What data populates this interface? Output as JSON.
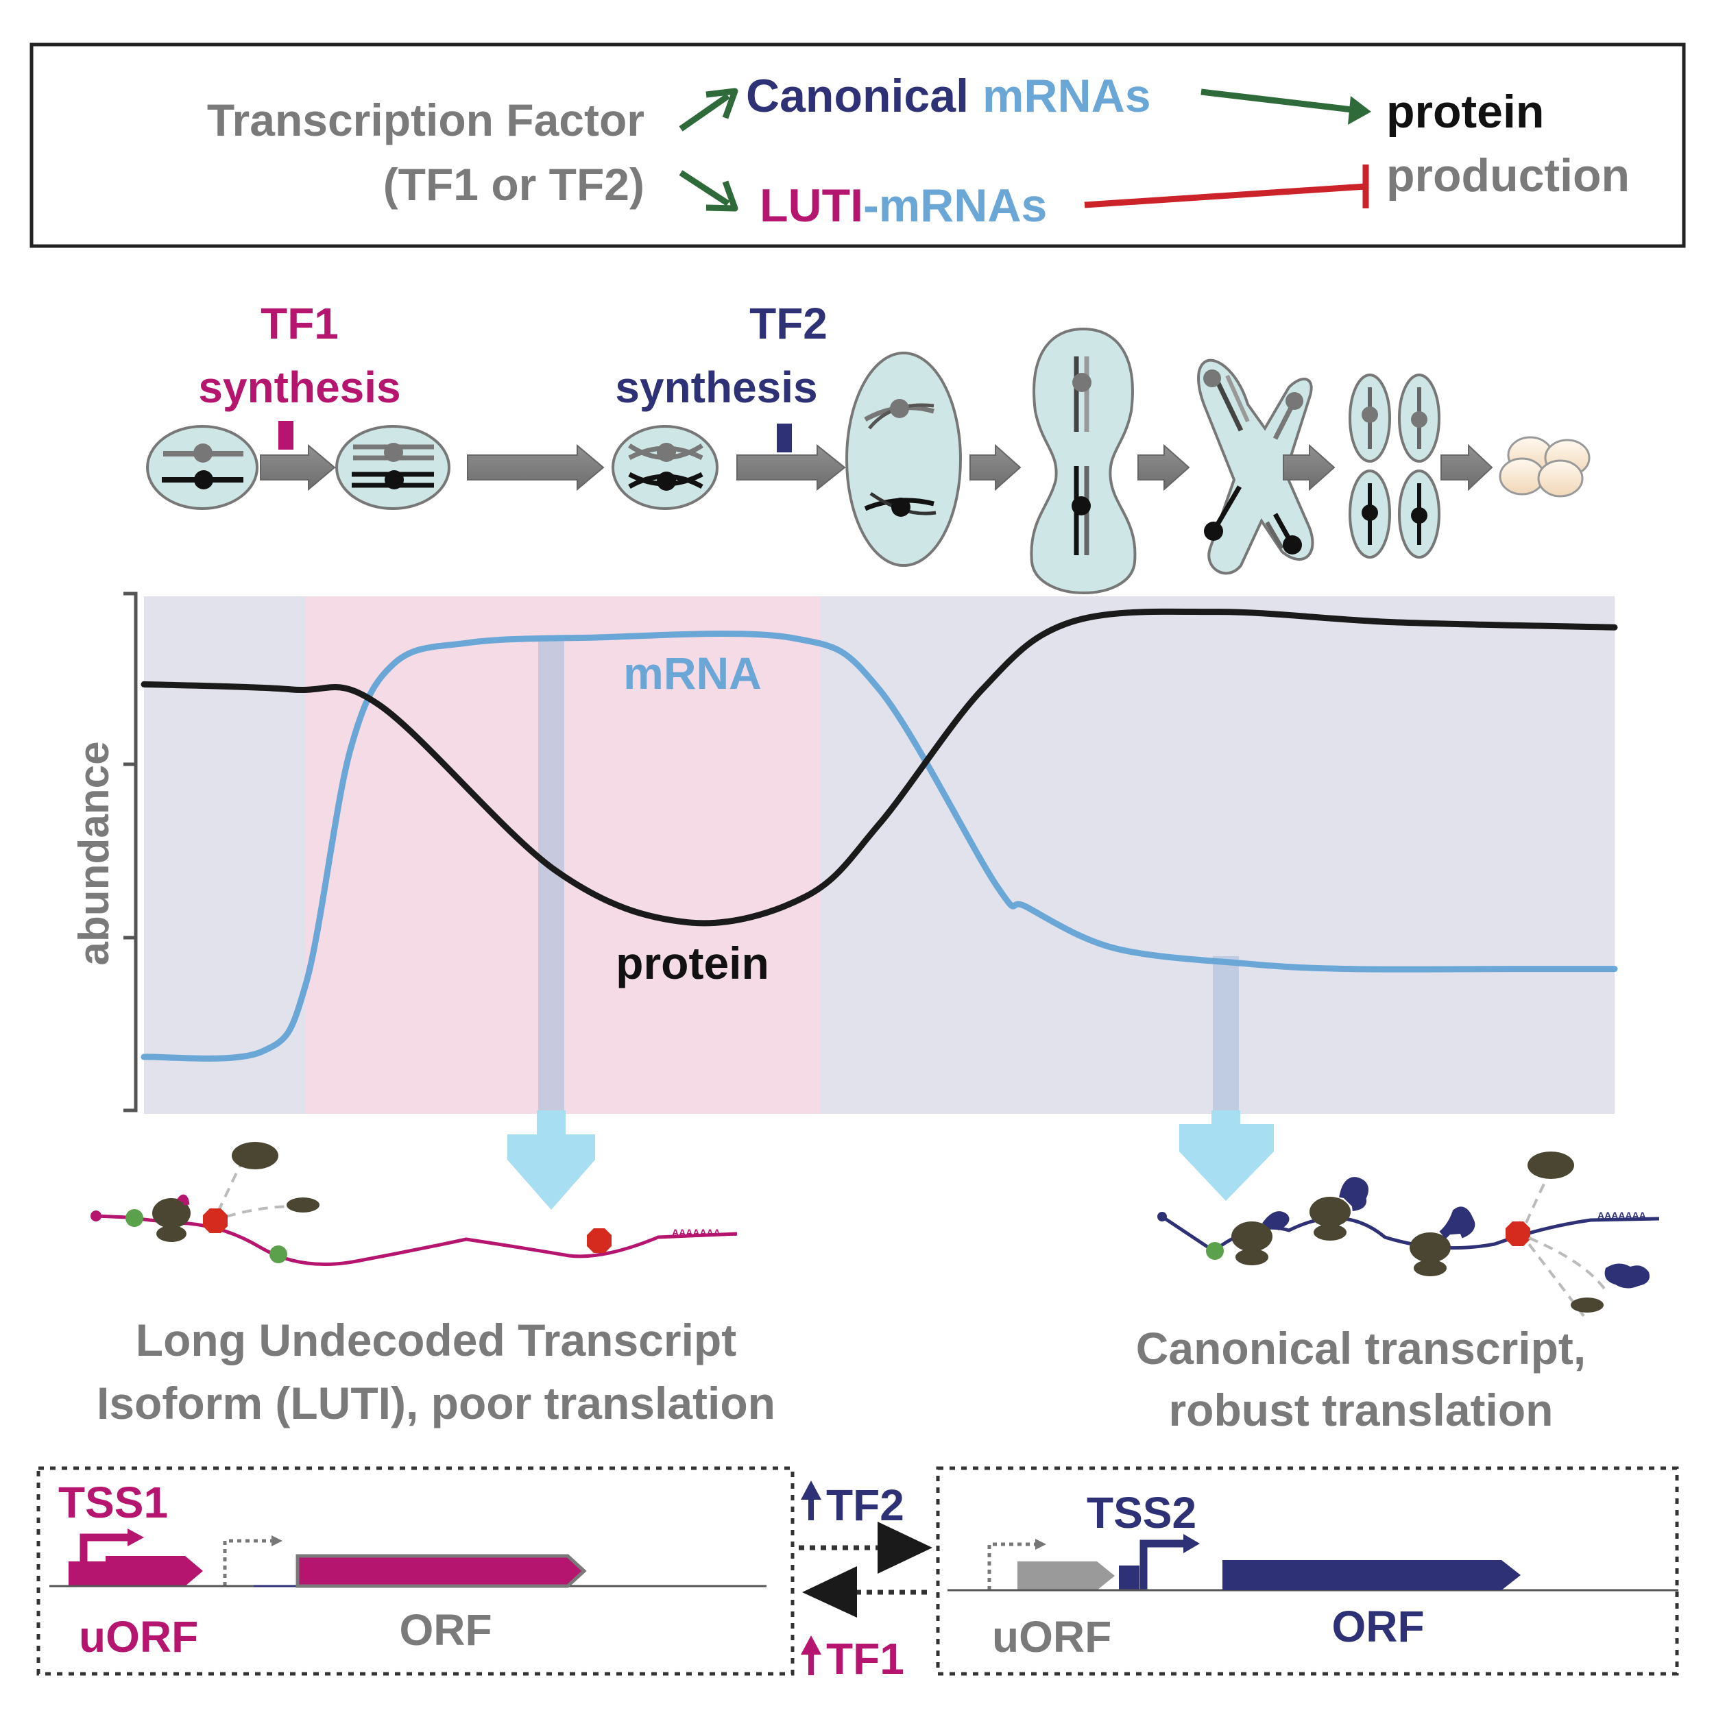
{
  "colors": {
    "gray_text": "#7a7a7a",
    "navy": "#2e3175",
    "light_blue": "#6aa6d6",
    "magenta": "#b5156e",
    "green_arrow": "#2f6b3a",
    "red_inhibit": "#cc2229",
    "cell_fill": "#cfe6e6",
    "pink_band": "#f4dbe6",
    "lavender_band": "#e2e2ec",
    "ribosome": "#4a4632",
    "stop_red": "#d52b1e",
    "start_green": "#5ba04a"
  },
  "summary_box": {
    "tf_line1": "Transcription Factor",
    "tf_line2": "(TF1 or TF2)",
    "canonical_word": "Canonical",
    "mrnas_word": "mRNAs",
    "luti_word": "LUTI",
    "luti_mrnas_word": "-mRNAs",
    "protein_word": "protein",
    "production_word": "production"
  },
  "meiosis": {
    "tf1_line1": "TF1",
    "tf1_line2": "synthesis",
    "tf2_line1": "TF2",
    "tf2_line2": "synthesis"
  },
  "chart": {
    "ylabel": "abundance",
    "mrna_label": "mRNA",
    "protein_label": "protein"
  },
  "chart_data": {
    "type": "line",
    "ylabel": "abundance",
    "shaded_region_x": [
      0.11,
      0.46
    ],
    "series": [
      {
        "name": "mRNA",
        "color": "#6aa6d6",
        "x": [
          0.0,
          0.08,
          0.11,
          0.14,
          0.17,
          0.22,
          0.3,
          0.44,
          0.5,
          0.58,
          0.6,
          0.66,
          0.75,
          0.82,
          0.93,
          1.0
        ],
        "y": [
          0.11,
          0.12,
          0.25,
          0.7,
          0.87,
          0.91,
          0.92,
          0.92,
          0.82,
          0.44,
          0.4,
          0.32,
          0.29,
          0.28,
          0.28,
          0.28
        ]
      },
      {
        "name": "protein",
        "color": "#1a1a1a",
        "x": [
          0.0,
          0.1,
          0.16,
          0.28,
          0.37,
          0.45,
          0.5,
          0.57,
          0.63,
          0.73,
          0.85,
          1.0
        ],
        "y": [
          0.83,
          0.82,
          0.79,
          0.47,
          0.37,
          0.42,
          0.56,
          0.82,
          0.95,
          0.97,
          0.95,
          0.94
        ]
      }
    ]
  },
  "luti": {
    "poly_a": "AAAAAAA......",
    "caption_line1": "Long Undecoded Transcript",
    "caption_line2": "Isoform (LUTI), poor translation"
  },
  "canonical": {
    "poly_a": "AAAAAAA.....",
    "caption_line1": "Canonical transcript,",
    "caption_line2": "robust translation"
  },
  "genes": {
    "left": {
      "tss_label": "TSS1",
      "uorf_label": "uORF",
      "orf_label": "ORF"
    },
    "right": {
      "tss_label": "TSS2",
      "uorf_label": "uORF",
      "orf_label": "ORF"
    },
    "switch_tf2": "TF2",
    "switch_tf1": "TF1"
  }
}
